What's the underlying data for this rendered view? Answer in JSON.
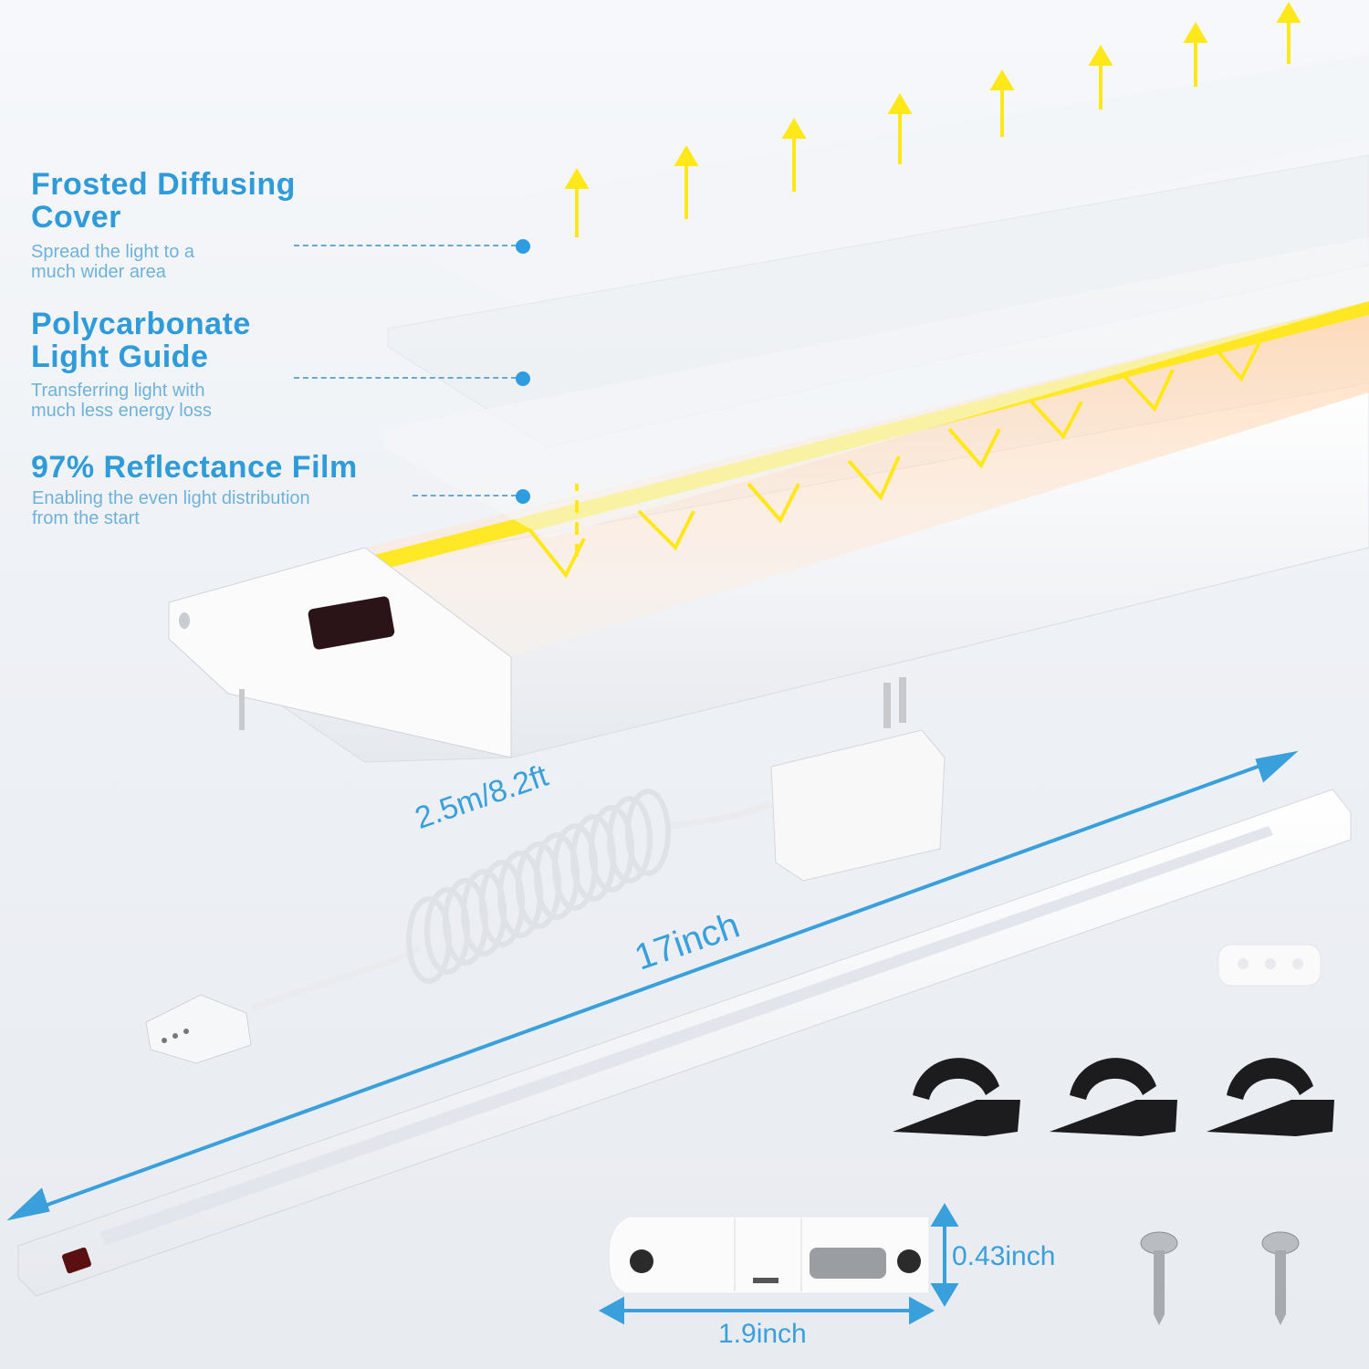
{
  "layers": [
    {
      "title_line1": "Frosted Diffusing",
      "title_line2": "Cover",
      "desc_line1": "Spread the light to a",
      "desc_line2": "much wider area"
    },
    {
      "title_line1": "Polycarbonate",
      "title_line2": "Light Guide",
      "desc_line1": "Transferring light with",
      "desc_line2": "much less energy loss"
    },
    {
      "title_line1": "97% Reflectance Film",
      "title_line2": "",
      "desc_line1": "Enabling the even light distribution",
      "desc_line2": "from the start"
    }
  ],
  "dimensions": {
    "cable_length": "2.5m/8.2ft",
    "bar_length": "17inch",
    "end_cap_height": "0.43inch",
    "end_cap_width": "1.9inch"
  },
  "accessories": {
    "cable_clip_count": 3,
    "screw_count": 2,
    "spacer_count": 1
  },
  "colors": {
    "accent_blue": "#2f9bd8",
    "light_yellow": "#ffe81a",
    "sensor_dark": "#2a1418"
  }
}
